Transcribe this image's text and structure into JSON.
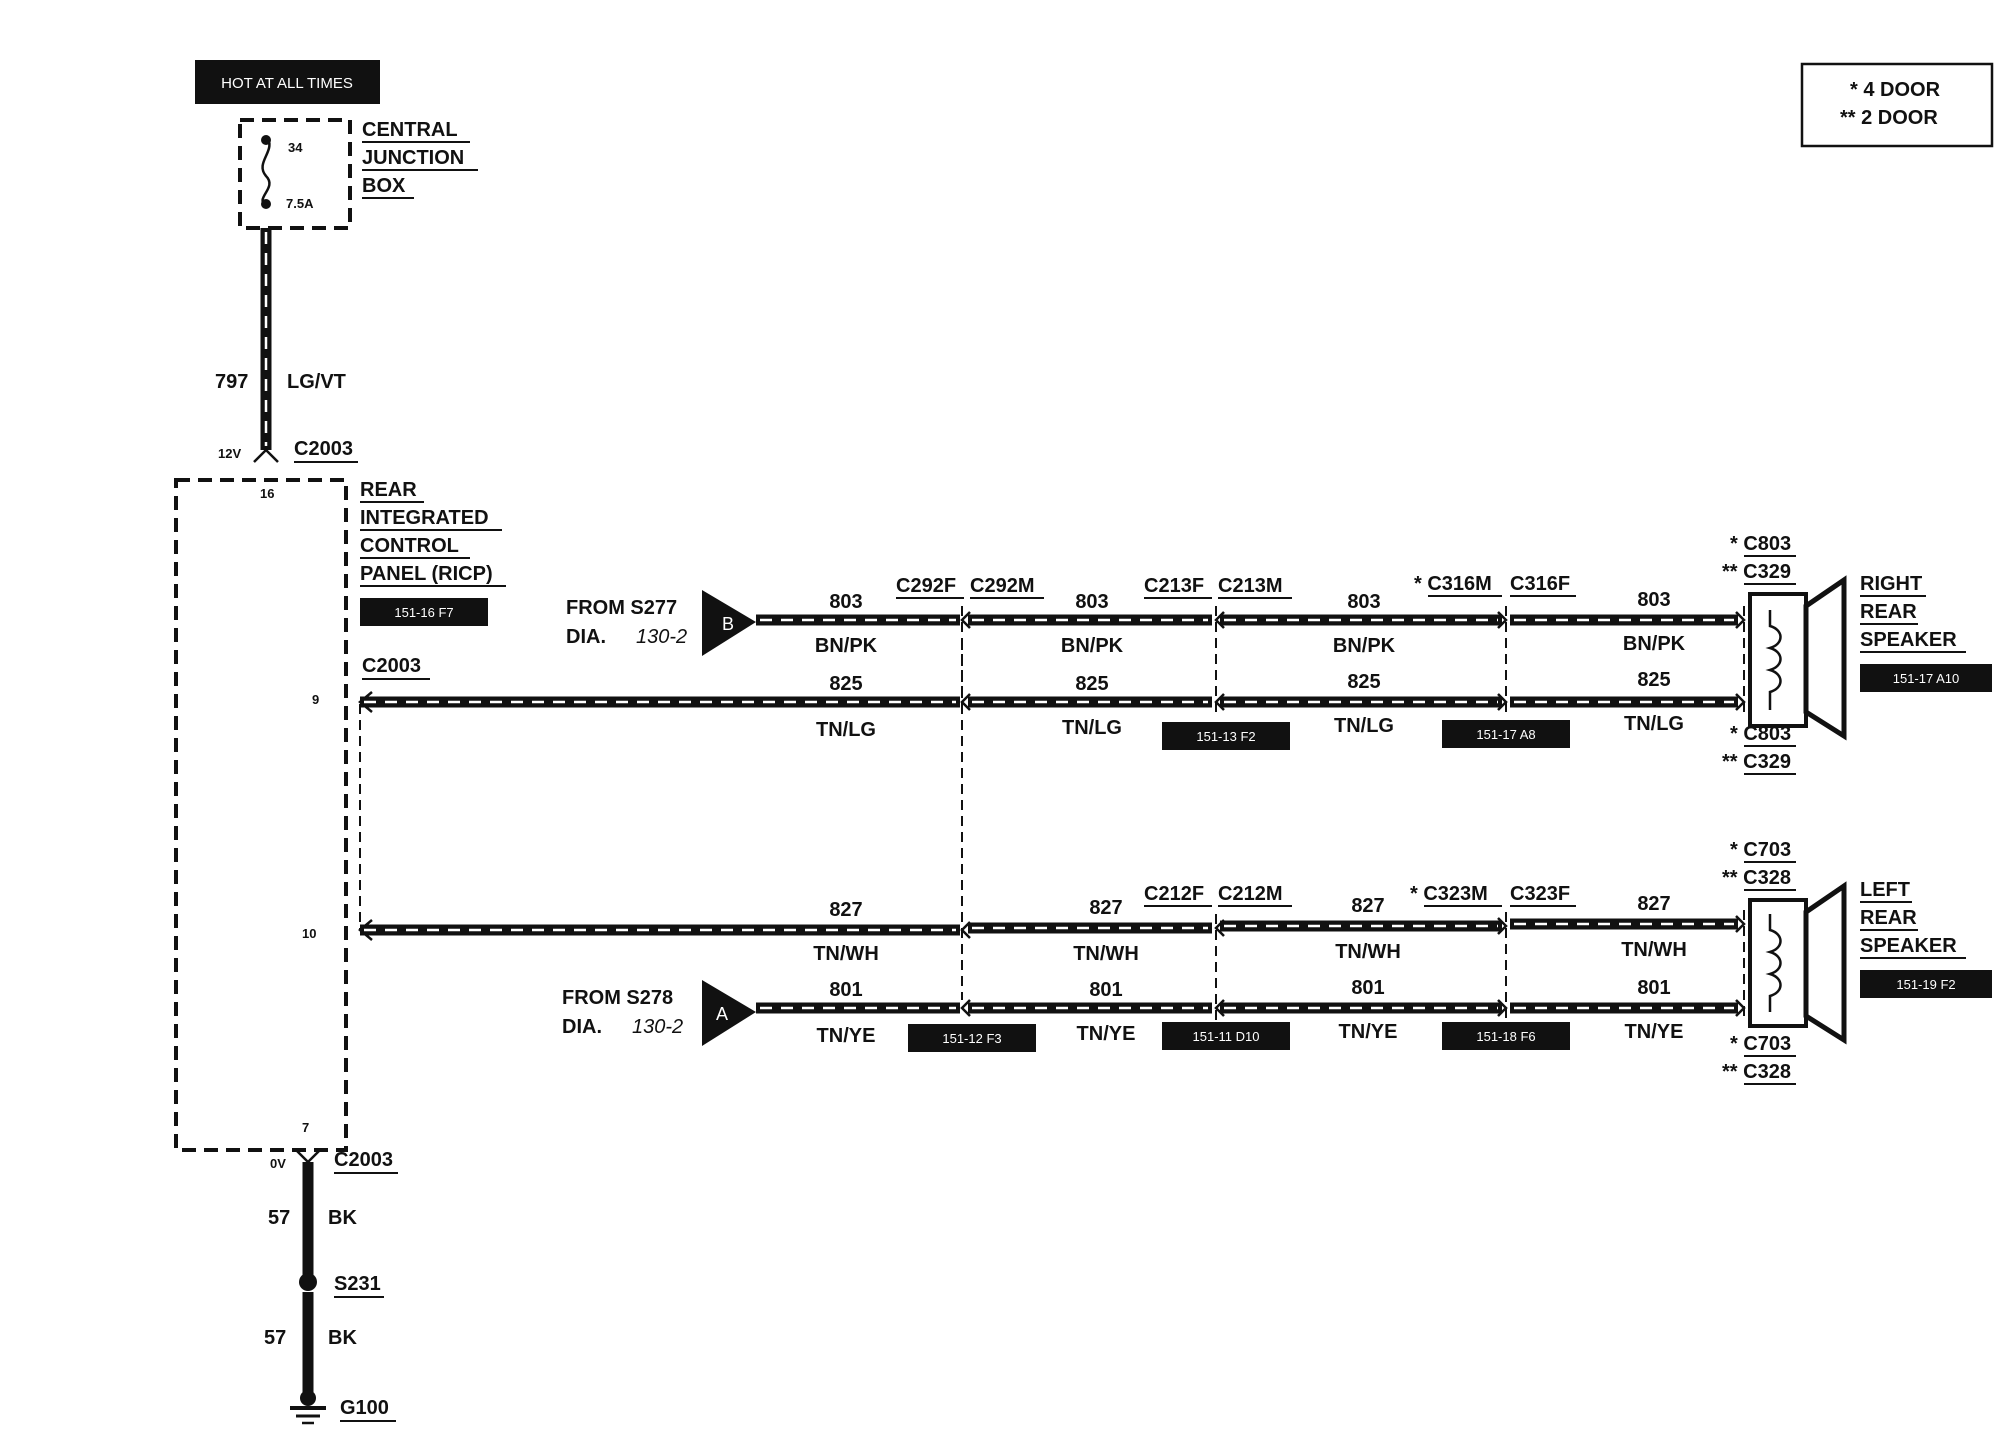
{
  "power": {
    "hot_label": "HOT AT ALL TIMES",
    "cjb_lines": [
      "CENTRAL",
      "JUNCTION",
      "BOX"
    ],
    "fuse_number": "34",
    "fuse_rating": "7.5A",
    "circuit": "797",
    "color": "LG/VT",
    "voltage": "12V",
    "connector": "C2003",
    "pin": "16"
  },
  "legend": {
    "line1": "* 4 DOOR",
    "line2": "** 2 DOOR"
  },
  "ricp": {
    "lines": [
      "REAR",
      "INTEGRATED",
      "CONTROL",
      "PANEL (RICP)"
    ],
    "ref": "151-16 F7",
    "connector_mid": "C2003",
    "pin_9": "9",
    "pin_10": "10",
    "pin_7": "7"
  },
  "sources": {
    "top": {
      "from": "FROM S277",
      "dia": "DIA.",
      "page": "130-2",
      "letter": "B"
    },
    "bottom": {
      "from": "FROM S278",
      "dia": "DIA.",
      "page": "130-2",
      "letter": "A"
    }
  },
  "connectors": {
    "c292f": "C292F",
    "c292m": "C292M",
    "c213f": "C213F",
    "c213m": "C213M",
    "c316m": "* C316M",
    "c316f": "C316F",
    "c212f": "C212F",
    "c212m": "C212M",
    "c323m": "* C323M",
    "c323f": "C323F"
  },
  "wires": {
    "w803": "803",
    "bnpk": "BN/PK",
    "w825": "825",
    "tnlg": "TN/LG",
    "w827": "827",
    "tnwh": "TN/WH",
    "w801": "801",
    "tnye": "TN/YE"
  },
  "refs": {
    "r_151_13_f2": "151-13 F2",
    "r_151_17_a8": "151-17 A8",
    "r_151_12_f3": "151-12 F3",
    "r_151_11_d10": "151-11 D10",
    "r_151_18_f6": "151-18 F6",
    "r_151_17_a10": "151-17 A10",
    "r_151_19_f2": "151-19 F2"
  },
  "right_speaker": {
    "top_c803": "* C803",
    "top_c329": "** C329",
    "bot_c803": "* C803",
    "bot_c329": "** C329",
    "lines": [
      "RIGHT",
      "REAR",
      "SPEAKER"
    ]
  },
  "left_speaker": {
    "top_c703": "* C703",
    "top_c328": "** C328",
    "bot_c703": "* C703",
    "bot_c328": "** C328",
    "lines": [
      "LEFT",
      "REAR",
      "SPEAKER"
    ]
  },
  "ground": {
    "voltage": "0V",
    "connector": "C2003",
    "circuit_a": "57",
    "color_a": "BK",
    "splice": "S231",
    "circuit_b": "57",
    "color_b": "BK",
    "ground": "G100"
  }
}
